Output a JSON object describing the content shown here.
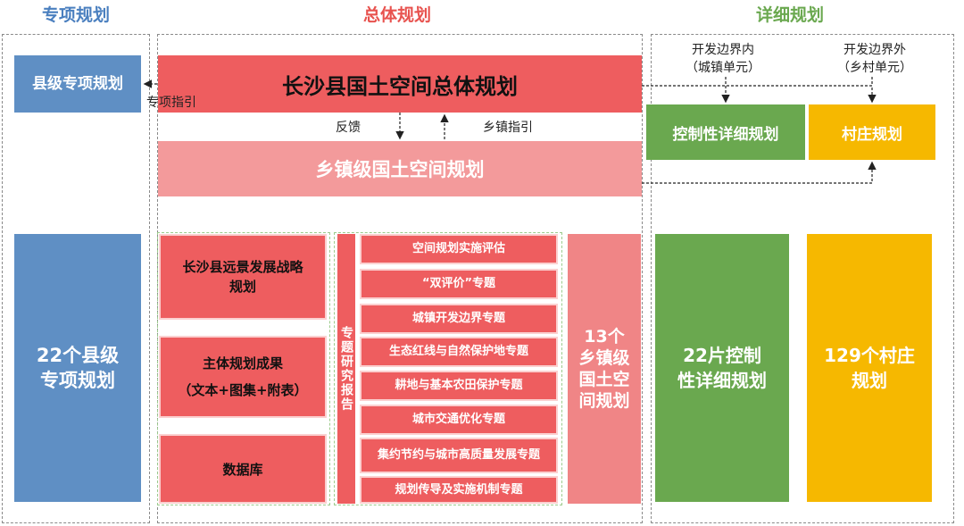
{
  "headers": {
    "special": "专项规划",
    "overall": "总体规划",
    "detailed": "详细规划"
  },
  "colors": {
    "special_header": "#4a7fbf",
    "overall_header": "#e8534f",
    "detailed_header": "#6aa84f"
  },
  "special": {
    "county_plan": "县级专项规划",
    "count_box": "22个县级专项规划"
  },
  "overall": {
    "county_plan": "长沙县国土空间总体规划",
    "feedback": "反馈",
    "town_guide": "乡镇指引",
    "special_guide": "专项指引",
    "town_plan": "乡镇级国土空间规划",
    "strategy": "长沙县远景发展战略规划",
    "main_results_title": "主体规划成果",
    "main_results_sub": "（文本+图集+附表）",
    "database": "数据库",
    "research_label": "专题研究报告",
    "topics": [
      "空间规划实施评估",
      "“双评价”专题",
      "城镇开发边界专题",
      "生态红线与自然保护地专题",
      "耕地与基本农田保护专题",
      "城市交通优化专题",
      "集约节约与城市高质量发展专题",
      "规划传导及实施机制专题"
    ],
    "town_count": "13个乡镇级国土空间规划"
  },
  "detailed": {
    "inside_title": "开发边界内",
    "inside_sub": "（城镇单元）",
    "outside_title": "开发边界外",
    "outside_sub": "（乡村单元）",
    "control_plan": "控制性详细规划",
    "village_plan": "村庄规划",
    "control_count": "22片控制性详细规划",
    "village_count": "129个村庄规划"
  }
}
